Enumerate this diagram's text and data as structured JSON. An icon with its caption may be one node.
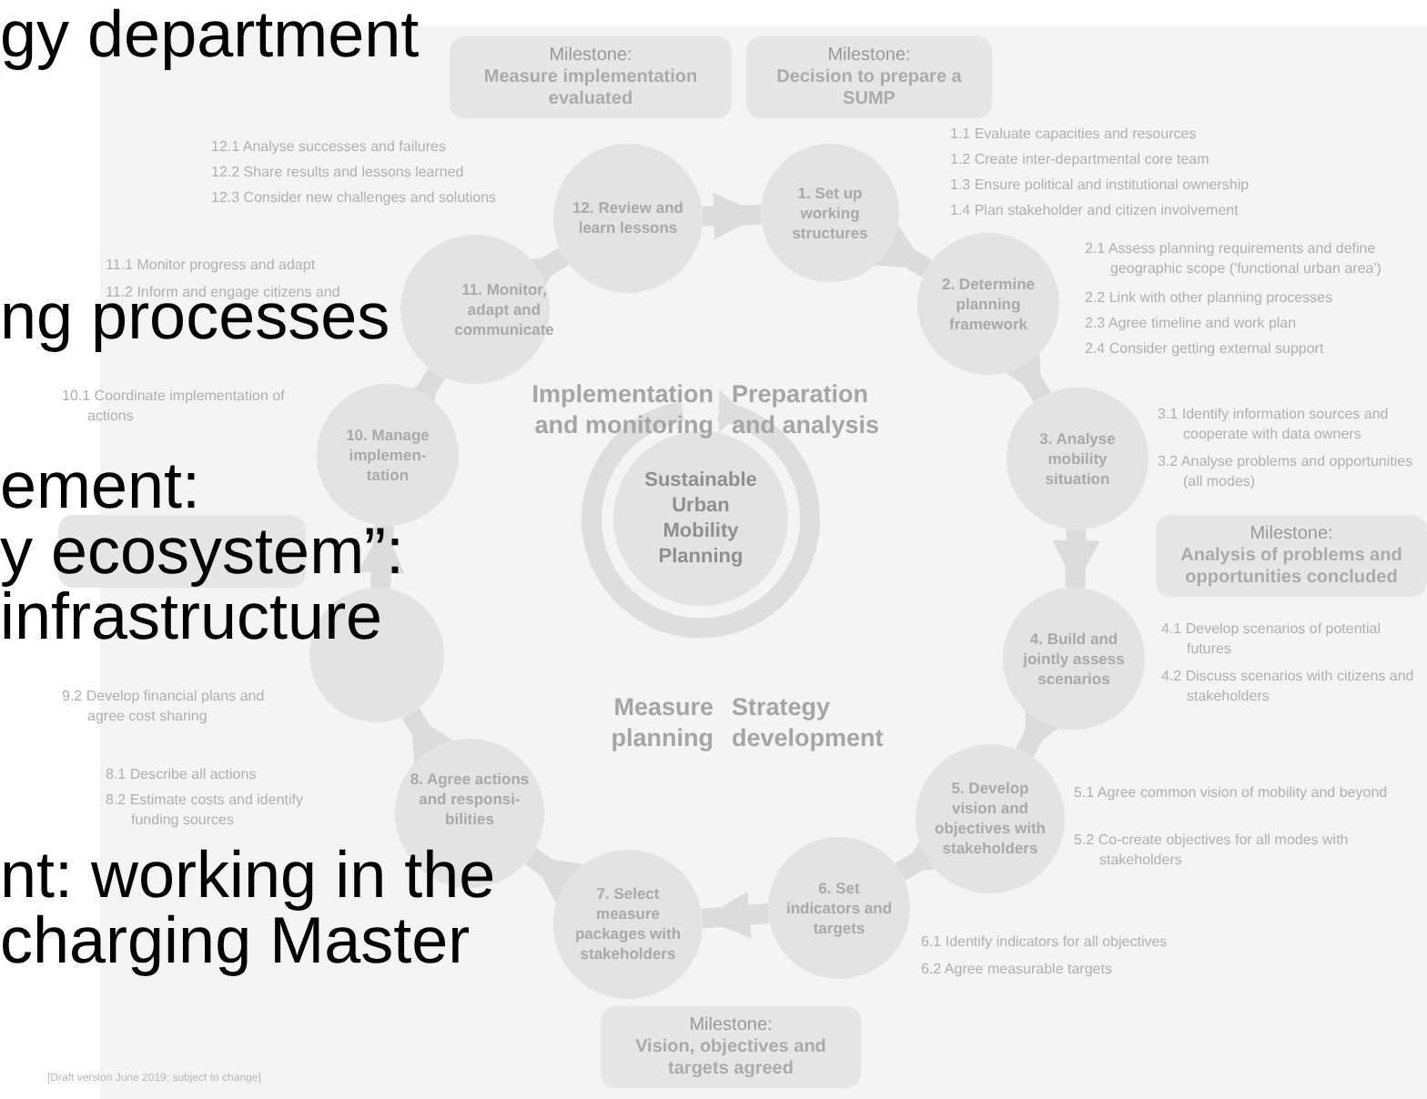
{
  "diagram": {
    "nodes": [
      {
        "text": [
          "Milestone:",
          "Measure implementation evaluated"
        ]
      },
      {
        "text": [
          "Milestone:",
          "Decision to prepare a SUMP"
        ]
      },
      {
        "text": [
          "1. Set up working structures"
        ]
      },
      {
        "text": [
          "2. Determine planning framework"
        ]
      },
      {
        "text": [
          "3. Analyse mobility situation"
        ]
      },
      {
        "text": [
          "Milestone:",
          "Analysis of problems and opportunities concluded"
        ]
      },
      {
        "text": [
          "4. Build and jointly assess scenarios"
        ]
      },
      {
        "text": [
          "5. Develop vision and objectives with stakeholders"
        ]
      },
      {
        "text": [
          "6. Set indicators and targets"
        ]
      },
      {
        "text": [
          "Milestone:",
          "Vision, objectives and targets agreed"
        ]
      },
      {
        "text": [
          "7. Select measure packages with stakeholders"
        ]
      },
      {
        "text": [
          "8. Agree actions and responsi- bilities"
        ]
      },
      {
        "text": [],
        "shape": "circle"
      },
      {
        "text": [],
        "shape": "box"
      },
      {
        "text": [
          "10. Manage implemen- tation"
        ]
      },
      {
        "text": [
          "11. Monitor, adapt and communicate"
        ]
      },
      {
        "text": [
          "12. Review and learn lessons"
        ]
      },
      {
        "text": [
          "Sustainable Urban Mobility Planning"
        ]
      }
    ],
    "edges": [
      {
        "from": 16,
        "to": 2,
        "arrow": "to"
      },
      {
        "from": 2,
        "to": 3,
        "arrow": "to"
      },
      {
        "from": 3,
        "to": 4,
        "arrow": "to"
      },
      {
        "from": 4,
        "to": 6,
        "arrow": "to"
      },
      {
        "from": 6,
        "to": 7,
        "arrow": "to"
      },
      {
        "from": 7,
        "to": 8,
        "arrow": "to"
      },
      {
        "from": 8,
        "to": 10,
        "arrow": "to"
      },
      {
        "from": 10,
        "to": 11,
        "arrow": "to"
      },
      {
        "from": 11,
        "to": 12,
        "arrow": "to"
      },
      {
        "from": 12,
        "to": 14,
        "arrow": "to"
      },
      {
        "from": 14,
        "to": 15,
        "arrow": "to"
      },
      {
        "from": 15,
        "to": 16,
        "arrow": "to"
      }
    ],
    "labels": [
      "gy department",
      "12.1 Analyse successes and failures",
      "12.2 Share results and lessons learned",
      "12.3 Consider new challenges and solutions",
      "1.1 Evaluate capacities and resources",
      "1.2 Create inter-departmental core team",
      "1.3 Ensure political and institutional ownership",
      "1.4 Plan stakeholder and citizen involvement",
      "2.1 Assess planning requirements and define geographic scope ('functional urban area')",
      "11.1 Monitor progress and adapt",
      "11.2 Inform and engage citizens and",
      "ng processes",
      "2.2 Link with other planning processes",
      "2.3 Agree timeline and work plan",
      "2.4 Consider getting external support",
      "10.1 Coordinate implementation of actions",
      "Implementation and monitoring",
      "Preparation and analysis",
      "3.1 Identify information sources and cooperate with data owners",
      "ement:",
      "3.2 Analyse problems and opportunities (all modes)",
      "y ecosystem”:",
      "infrastructure",
      "4.1 Develop scenarios of potential futures",
      "4.2 Discuss scenarios with citizens and stakeholders",
      "9.2 Develop financial plans and agree cost sharing",
      "Measure planning",
      "Strategy development",
      "8.1 Describe all actions",
      "8.2 Estimate costs and identify funding sources",
      "5.1 Agree common vision of mobility and beyond",
      "5.2 Co-create objectives for all modes with stakeholders",
      "nt: working in the",
      "charging Master",
      "6.1 Identify indicators for all objectives",
      "6.2 Agree measurable targets",
      "[Draft version June 2019; subject to change]"
    ]
  }
}
